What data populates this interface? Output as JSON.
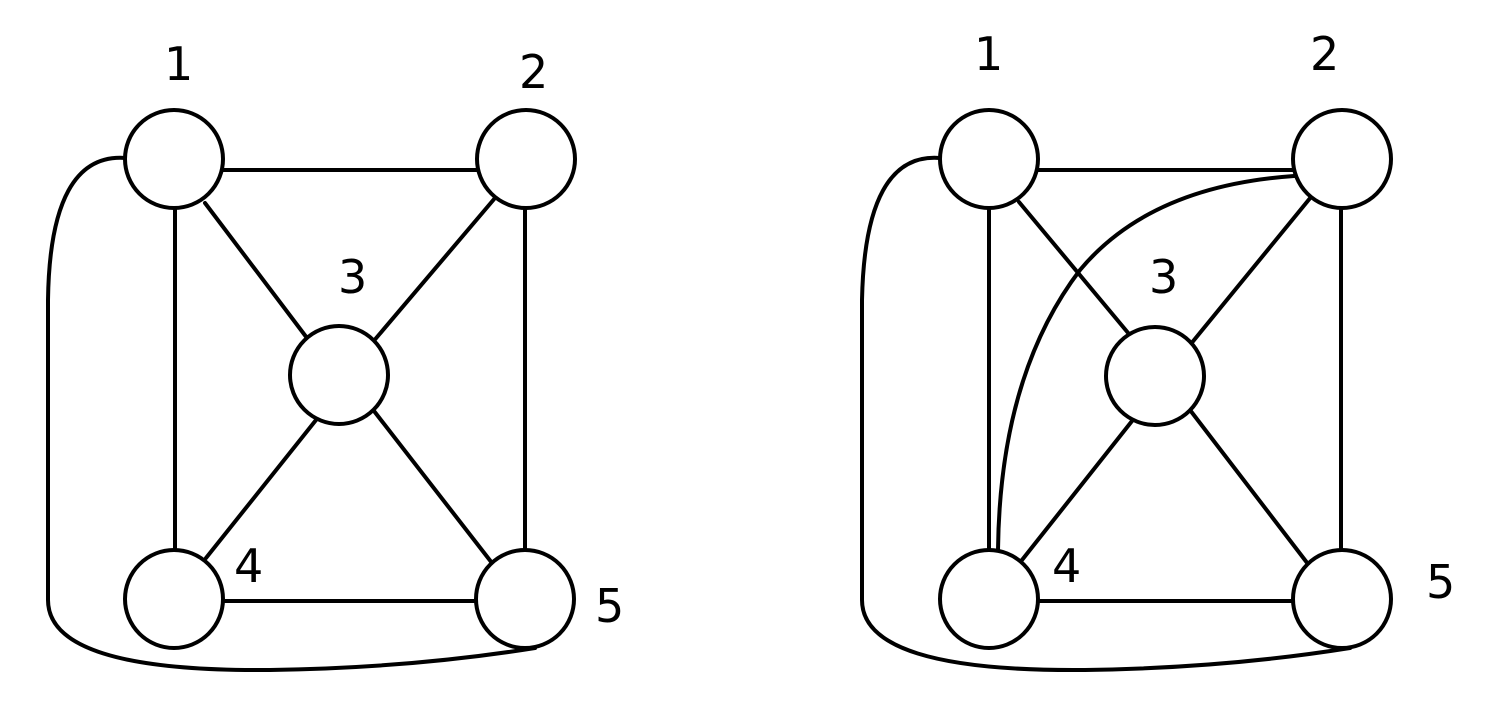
{
  "graphs": [
    {
      "nodes": [
        {
          "id": "1",
          "label": "1"
        },
        {
          "id": "2",
          "label": "2"
        },
        {
          "id": "3",
          "label": "3"
        },
        {
          "id": "4",
          "label": "4"
        },
        {
          "id": "5",
          "label": "5"
        }
      ],
      "edges": [
        [
          "1",
          "2"
        ],
        [
          "1",
          "3"
        ],
        [
          "1",
          "4"
        ],
        [
          "2",
          "3"
        ],
        [
          "2",
          "5"
        ],
        [
          "3",
          "4"
        ],
        [
          "3",
          "5"
        ],
        [
          "4",
          "5"
        ],
        [
          "1",
          "5"
        ]
      ]
    },
    {
      "nodes": [
        {
          "id": "1",
          "label": "1"
        },
        {
          "id": "2",
          "label": "2"
        },
        {
          "id": "3",
          "label": "3"
        },
        {
          "id": "4",
          "label": "4"
        },
        {
          "id": "5",
          "label": "5"
        }
      ],
      "edges": [
        [
          "1",
          "2"
        ],
        [
          "1",
          "3"
        ],
        [
          "1",
          "4"
        ],
        [
          "2",
          "3"
        ],
        [
          "2",
          "5"
        ],
        [
          "3",
          "4"
        ],
        [
          "3",
          "5"
        ],
        [
          "4",
          "5"
        ],
        [
          "1",
          "5"
        ],
        [
          "2",
          "4"
        ]
      ]
    }
  ],
  "colors": {
    "stroke": "#000000",
    "fill": "#ffffff"
  }
}
